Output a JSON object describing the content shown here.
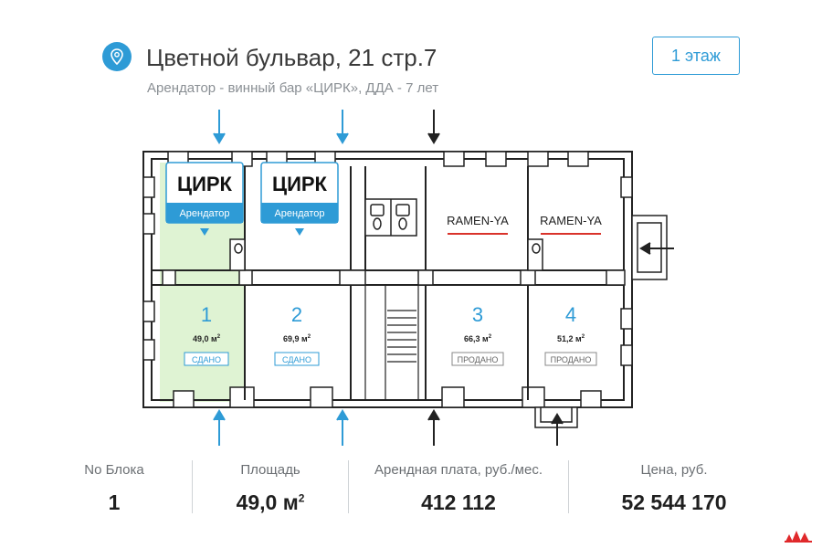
{
  "header": {
    "address": "Цветной бульвар, 21 стр.7",
    "subtitle": "Арендатор - винный бар «ЦИРК», ДДА - 7 лет",
    "location_icon": "map-pin-icon",
    "floor_button": "1 этаж"
  },
  "colors": {
    "accent": "#2e9bd6",
    "highlight_fill": "#dff3d3",
    "ramen_underline": "#d9332b",
    "wall": "#222222",
    "logo": "#e0292b"
  },
  "plan": {
    "tenants": [
      {
        "logo": "ЦИРК",
        "badge": "Арендатор"
      },
      {
        "logo": "ЦИРК",
        "badge": "Арендатор"
      }
    ],
    "ramen": [
      "RAMEN-YA",
      "RAMEN-YA"
    ],
    "units": [
      {
        "number": "1",
        "area": "49,0",
        "unit": "м",
        "sup": "2",
        "status": "СДАНО",
        "selected": true
      },
      {
        "number": "2",
        "area": "69,9",
        "unit": "м",
        "sup": "2",
        "status": "СДАНО",
        "selected": false
      },
      {
        "number": "3",
        "area": "66,3",
        "unit": "м",
        "sup": "2",
        "status": "ПРОДАНО",
        "selected": false
      },
      {
        "number": "4",
        "area": "51,2",
        "unit": "м",
        "sup": "2",
        "status": "ПРОДАНО",
        "selected": false
      }
    ]
  },
  "stats": {
    "block_label": "No Блока",
    "block_value": "1",
    "area_label": "Площадь",
    "area_value": "49,0 м",
    "area_sup": "2",
    "rent_label": "Арендная плата, руб./мес.",
    "rent_value": "412 112",
    "price_label": "Цена, руб.",
    "price_value": "52 544 170"
  }
}
